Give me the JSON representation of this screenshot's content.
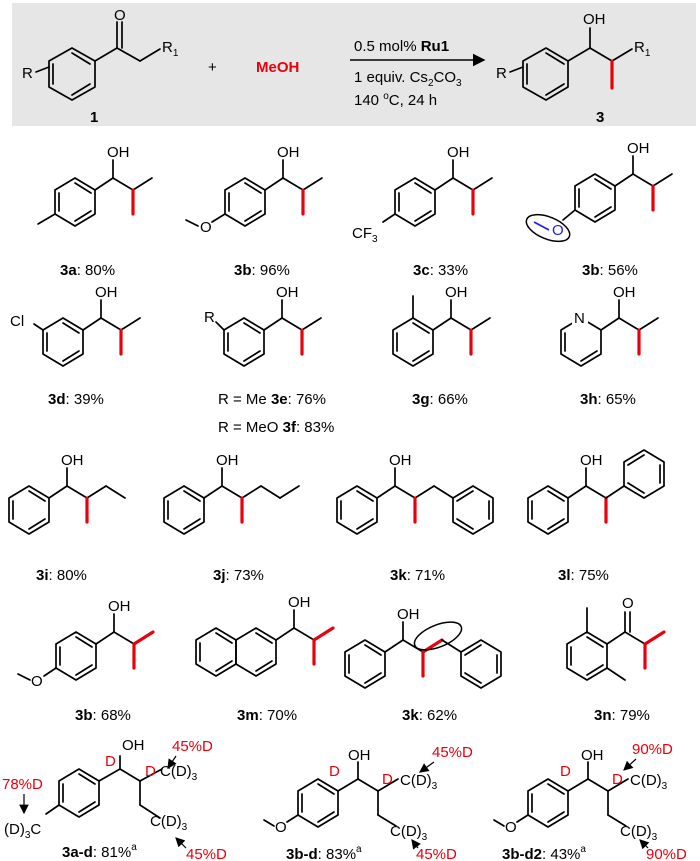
{
  "header": {
    "reactant_label": "1",
    "product_label": "3",
    "r_label": "R",
    "r1_label": "R",
    "r1_sub": "1",
    "oh": "OH",
    "plus": "+",
    "reagent": "MeOH",
    "cond_catalyst_prefix": "0.5 mol% ",
    "cond_catalyst_bold": "Ru1",
    "cond_base_prefix": "1 equiv. Cs",
    "cond_base_sub1": "2",
    "cond_base_mid": "CO",
    "cond_base_sub2": "3",
    "cond_temp": "140 ",
    "cond_temp_sup": "o",
    "cond_temp_rest": "C, 24 h"
  },
  "compounds": [
    {
      "id": "3a",
      "yield": ": 80%"
    },
    {
      "id": "3b",
      "yield": ": 96%"
    },
    {
      "id": "3c",
      "yield": ": 33%"
    },
    {
      "id": "3b",
      "yield": ": 56%"
    },
    {
      "id": "3d",
      "yield": ": 39%"
    },
    {
      "id": "3e",
      "yield": ": 76%",
      "prefix": "R = Me "
    },
    {
      "id": "3f",
      "yield": ": 83%",
      "prefix": "R = MeO "
    },
    {
      "id": "3g",
      "yield": ": 66%"
    },
    {
      "id": "3h",
      "yield": ": 65%"
    },
    {
      "id": "3i",
      "yield": ": 80%"
    },
    {
      "id": "3j",
      "yield": ": 73%"
    },
    {
      "id": "3k",
      "yield": ": 71%"
    },
    {
      "id": "3l",
      "yield": ": 75%"
    },
    {
      "id": "3b",
      "yield": ": 68%"
    },
    {
      "id": "3m",
      "yield": ": 70%"
    },
    {
      "id": "3k",
      "yield": ": 62%"
    },
    {
      "id": "3n",
      "yield": ": 79%"
    },
    {
      "id": "3a-d",
      "yield": ": 81%",
      "sup": "a"
    },
    {
      "id": "3b-d",
      "yield": ": 83%",
      "sup": "a"
    },
    {
      "id": "3b-d2",
      "yield": ": 43%",
      "sup": "a"
    }
  ],
  "atoms": {
    "oh": "OH",
    "o": "O",
    "cl": "Cl",
    "n": "N",
    "r": "R",
    "cf3": "CF",
    "cf3_sub": "3",
    "d": "D"
  },
  "deuterium": {
    "pct45": "45%D",
    "pct78": "78%D",
    "pct90": "90%D",
    "cd3_a": "C(D)",
    "cd3_b": "C(D)",
    "d3c": "(D)",
    "d3c_b": "C",
    "sub3": "3"
  }
}
